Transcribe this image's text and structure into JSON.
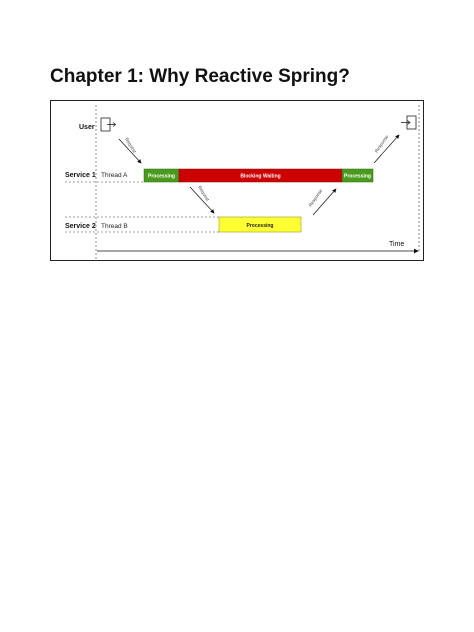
{
  "heading": "Chapter 1: Why Reactive Spring?",
  "diagram": {
    "rows": {
      "user": "User",
      "service1": "Service 1",
      "service2": "Service 2"
    },
    "threads": {
      "thread_a": "Thread A",
      "thread_b": "Thread B"
    },
    "bars": {
      "s1_processing_start": "Processing",
      "s1_blocking": "Blocking Waiting",
      "s1_processing_end": "Processing",
      "s2_processing": "Processing"
    },
    "arrows": {
      "user_request": "Request",
      "s1_request": "Request",
      "s2_response": "Response",
      "s1_response": "Response"
    },
    "time_label": "Time",
    "colors": {
      "processing": "#4a9a1e",
      "blocking": "#cc0000",
      "processing_yellow": "#ffff33"
    }
  }
}
